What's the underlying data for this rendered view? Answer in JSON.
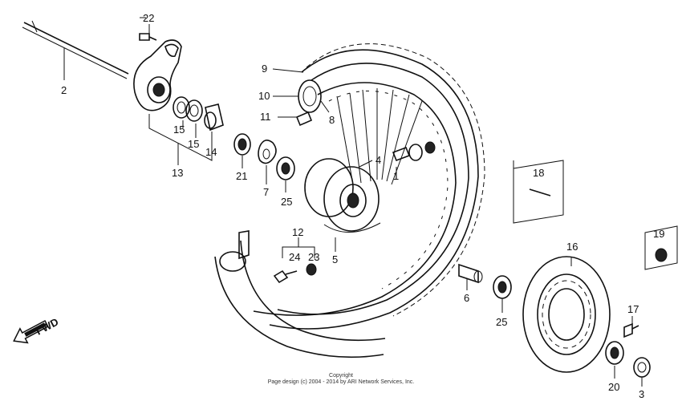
{
  "callouts": [
    "2",
    "22",
    "15",
    "15",
    "14",
    "13",
    "21",
    "7",
    "25",
    "12",
    "24",
    "23",
    "9",
    "10",
    "11",
    "8",
    "4",
    "1",
    "5",
    "6",
    "25",
    "16",
    "18",
    "19",
    "17",
    "20",
    "3"
  ],
  "fwd_label": "FWD",
  "copyright": {
    "line1": "Copyright",
    "line2": "Page design (c) 2004 - 2014 by ARI Network Services, Inc."
  }
}
